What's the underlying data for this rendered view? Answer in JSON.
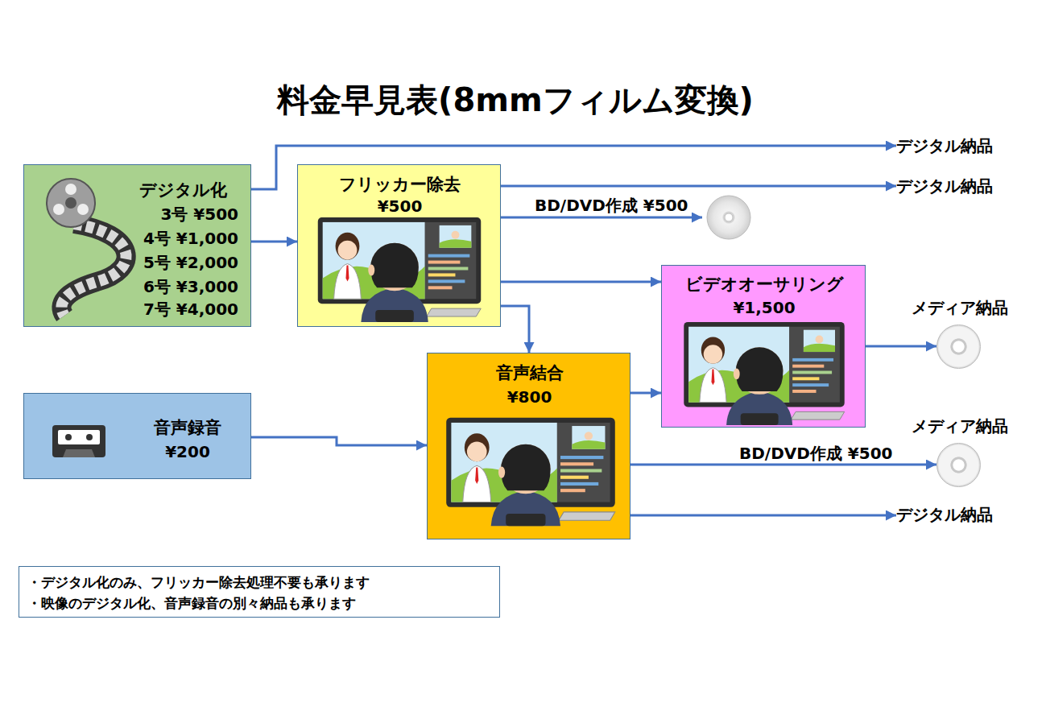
{
  "diagram": {
    "title": "料金早見表(8mmフィルム変換)",
    "nodes": [
      {
        "text": [
          "デジタル化",
          "3号 ¥500",
          "4号 ¥1,000",
          "5号 ¥2,000",
          "6号 ¥3,000",
          "7号 ¥4,000"
        ]
      },
      {
        "text": [
          "フリッカー除去",
          "¥500"
        ]
      },
      {
        "text": [
          "デジタル納品"
        ]
      },
      {
        "text": [
          "デジタル納品"
        ]
      },
      {
        "text": [
          "ビデオオーサリング",
          "¥1,500"
        ]
      },
      {
        "text": [
          "メディア納品"
        ]
      },
      {
        "text": [
          "音声結合",
          "¥800"
        ]
      },
      {
        "text": [
          "音声録音",
          "¥200"
        ]
      },
      {
        "text": [
          "メディア納品"
        ]
      },
      {
        "text": [
          "デジタル納品"
        ]
      },
      {
        "text": [
          "・デジタル化のみ、フリッカー除去処理不要も承ります",
          "・映像のデジタル化、音声録音の別々納品も承ります"
        ]
      }
    ],
    "edges": [
      {
        "from": 0,
        "to": 2,
        "arrow": "to"
      },
      {
        "from": 0,
        "to": 1,
        "arrow": "to"
      },
      {
        "from": 1,
        "to": 3,
        "arrow": "to"
      },
      {
        "from": 1,
        "to": 4,
        "arrow": "to"
      },
      {
        "from": 1,
        "to": 6,
        "arrow": "to"
      },
      {
        "from": 7,
        "to": 6,
        "arrow": "to"
      },
      {
        "from": 6,
        "to": 4,
        "arrow": "to"
      },
      {
        "from": 4,
        "to": 5,
        "arrow": "to"
      },
      {
        "from": 6,
        "to": 8,
        "label": "BD/DVD作成 ¥500",
        "arrow": "to"
      },
      {
        "from": 6,
        "to": 9,
        "arrow": "to"
      }
    ],
    "labels": [
      "BD/DVD作成 ¥500"
    ]
  }
}
